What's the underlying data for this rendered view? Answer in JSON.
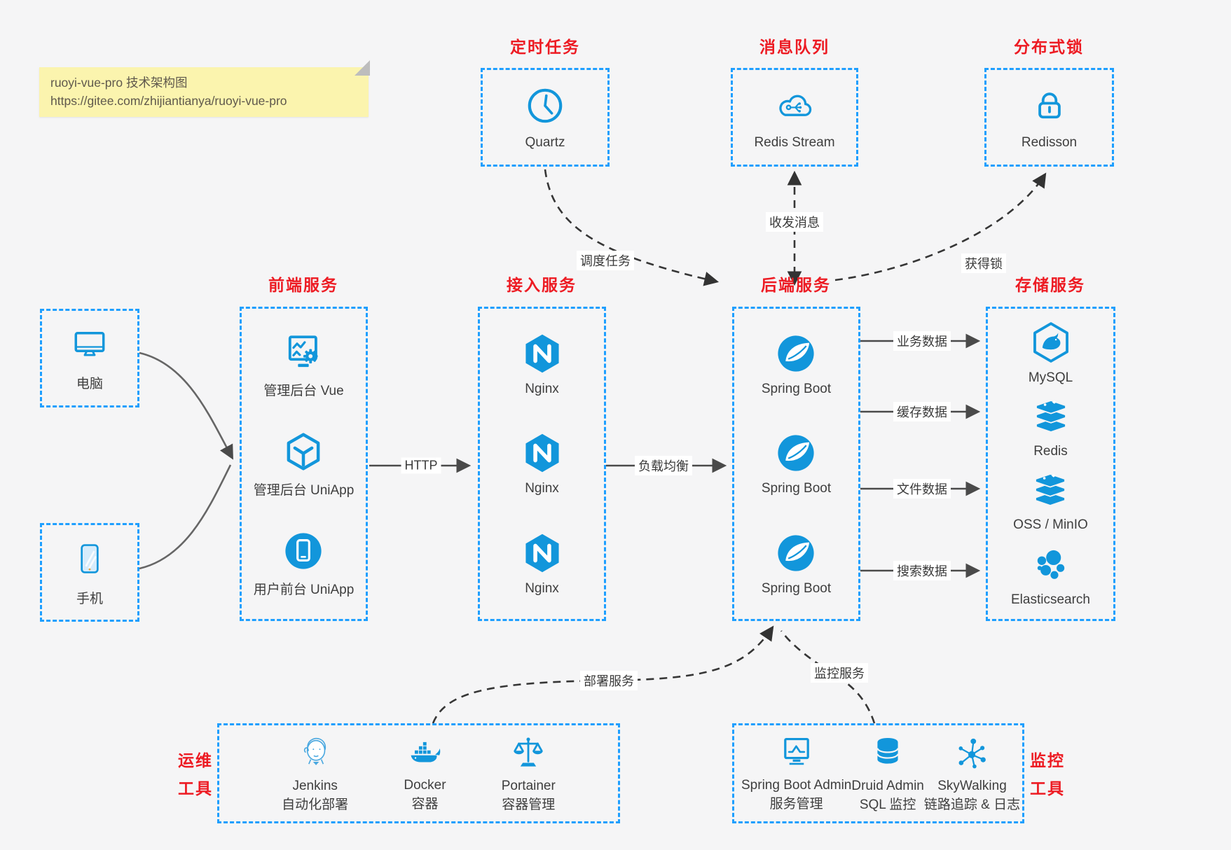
{
  "note": {
    "line1": "ruoyi-vue-pro 技术架构图",
    "line2": "https://gitee.com/zhijiantianya/ruoyi-vue-pro"
  },
  "top": {
    "scheduler": {
      "title": "定时任务",
      "label": "Quartz",
      "icon": "clock-icon"
    },
    "mq": {
      "title": "消息队列",
      "label": "Redis Stream",
      "icon": "cloud-mq-icon"
    },
    "lock": {
      "title": "分布式锁",
      "label": "Redisson",
      "icon": "lock-icon"
    }
  },
  "clients": {
    "pc": {
      "label": "电脑",
      "icon": "desktop-icon"
    },
    "mobile": {
      "label": "手机",
      "icon": "phone-icon"
    }
  },
  "columns": {
    "frontend": {
      "title": "前端服务",
      "items": [
        {
          "label": "管理后台 Vue",
          "icon": "admin-vue-icon"
        },
        {
          "label": "管理后台 UniApp",
          "icon": "uniapp-cube-icon"
        },
        {
          "label": "用户前台 UniApp",
          "icon": "user-uniapp-icon"
        }
      ]
    },
    "gateway": {
      "title": "接入服务",
      "items": [
        {
          "label": "Nginx",
          "icon": "nginx-icon"
        },
        {
          "label": "Nginx",
          "icon": "nginx-icon"
        },
        {
          "label": "Nginx",
          "icon": "nginx-icon"
        }
      ]
    },
    "backend": {
      "title": "后端服务",
      "items": [
        {
          "label": "Spring Boot",
          "icon": "spring-icon"
        },
        {
          "label": "Spring Boot",
          "icon": "spring-icon"
        },
        {
          "label": "Spring Boot",
          "icon": "spring-icon"
        }
      ]
    },
    "storage": {
      "title": "存储服务",
      "items": [
        {
          "label": "MySQL",
          "icon": "mysql-icon"
        },
        {
          "label": "Redis",
          "icon": "redis-icon"
        },
        {
          "label": "OSS / MinIO",
          "icon": "oss-icon"
        },
        {
          "label": "Elasticsearch",
          "icon": "elasticsearch-icon"
        }
      ]
    }
  },
  "ops": {
    "title_line1": "运维",
    "title_line2": "工具",
    "items": [
      {
        "name": "Jenkins",
        "desc": "自动化部署",
        "icon": "jenkins-icon"
      },
      {
        "name": "Docker",
        "desc": "容器",
        "icon": "docker-icon"
      },
      {
        "name": "Portainer",
        "desc": "容器管理",
        "icon": "portainer-icon"
      }
    ]
  },
  "monitoring": {
    "title_line1": "监控",
    "title_line2": "工具",
    "items": [
      {
        "name": "Spring Boot Admin",
        "desc": "服务管理",
        "icon": "spring-admin-icon"
      },
      {
        "name": "Druid Admin",
        "desc": "SQL 监控",
        "icon": "druid-icon"
      },
      {
        "name": "SkyWalking",
        "desc": "链路追踪 & 日志",
        "icon": "skywalking-icon"
      }
    ]
  },
  "edges": {
    "http": "HTTP",
    "load_balance": "负载均衡",
    "schedule": "调度任务",
    "messaging": "收发消息",
    "acquire_lock": "获得锁",
    "business_data": "业务数据",
    "cache_data": "缓存数据",
    "file_data": "文件数据",
    "search_data": "搜索数据",
    "deploy": "部署服务",
    "monitor": "监控服务"
  },
  "colors": {
    "icon_blue": "#1296db",
    "border_blue": "#1e9fff",
    "title_red": "#ed1b23",
    "note_bg": "#fbf4ae",
    "line_dark": "#4a4a4a"
  }
}
